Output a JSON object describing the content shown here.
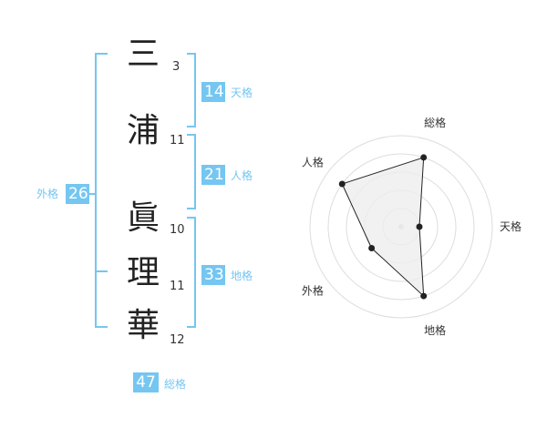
{
  "name": {
    "chars": [
      {
        "char": "三",
        "strokes": "3"
      },
      {
        "char": "浦",
        "strokes": "11"
      },
      {
        "char": "眞",
        "strokes": "10"
      },
      {
        "char": "理",
        "strokes": "11"
      },
      {
        "char": "華",
        "strokes": "12"
      }
    ]
  },
  "fortune": {
    "tenkaku": {
      "label": "天格",
      "value": "14"
    },
    "jinkaku": {
      "label": "人格",
      "value": "21"
    },
    "chikaku": {
      "label": "地格",
      "value": "33"
    },
    "gaikaku": {
      "label": "外格",
      "value": "26"
    },
    "soukaku": {
      "label": "総格",
      "value": "47"
    }
  },
  "chart_data": {
    "type": "radar",
    "axes": [
      "総格",
      "天格",
      "地格",
      "外格",
      "人格"
    ],
    "values": [
      4,
      1,
      4,
      2,
      4
    ],
    "rmax": 5,
    "rings": 5,
    "color": "#222222",
    "fill": "#eeeeee",
    "ring_color": "#dddddd"
  },
  "colors": {
    "accent": "#75c6f1"
  }
}
